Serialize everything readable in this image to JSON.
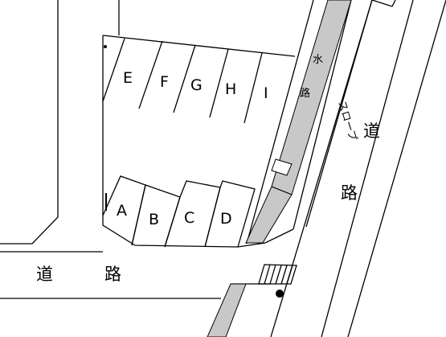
{
  "spaces": {
    "upper": [
      "E",
      "F",
      "G",
      "H",
      "I"
    ],
    "lower": [
      "A",
      "B",
      "C",
      "D"
    ]
  },
  "labels": {
    "road_bottom_1": "道",
    "road_bottom_2": "路",
    "road_right_1": "道",
    "road_right_2": "路",
    "waterway_1": "水",
    "waterway_2": "路",
    "slope": "スロープ"
  },
  "colors": {
    "line": "#000000",
    "waterway_fill": "#c8c8c8",
    "background": "#ffffff"
  }
}
